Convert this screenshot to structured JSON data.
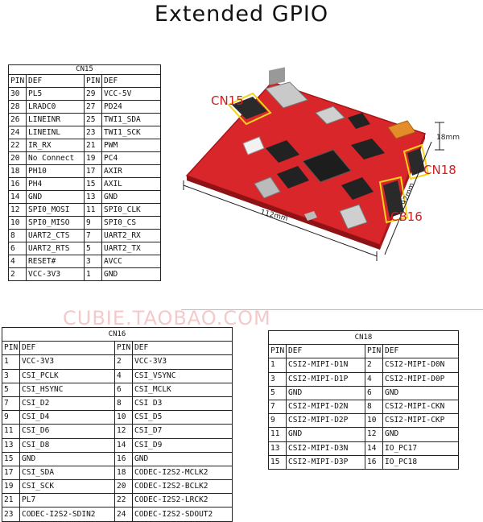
{
  "title": "Extended GPIO",
  "watermark": "CUBIE.TAOBAO.COM",
  "board": {
    "label_cn15": "CN15",
    "label_cn18": "CN18",
    "label_cb16": "CB16",
    "dim_length": "112mm",
    "dim_width": "92mm",
    "dim_height": "18mm",
    "board_color": "#d8262a",
    "highlight_color": "#f2d21b"
  },
  "cn15": {
    "caption": "CN15",
    "headers": [
      "PIN",
      "DEF",
      "PIN",
      "DEF"
    ],
    "rows": [
      [
        "30",
        "PL5",
        "29",
        "VCC-5V"
      ],
      [
        "28",
        "LRADC0",
        "27",
        "PD24"
      ],
      [
        "26",
        "LINEINR",
        "25",
        "TWI1_SDA"
      ],
      [
        "24",
        "LINEINL",
        "23",
        "TWI1_SCK"
      ],
      [
        "22",
        "IR_RX",
        "21",
        "PWM"
      ],
      [
        "20",
        "No Connect",
        "19",
        "PC4"
      ],
      [
        "18",
        "PH10",
        "17",
        "AXIR"
      ],
      [
        "16",
        "PH4",
        "15",
        "AXIL"
      ],
      [
        "14",
        "GND",
        "13",
        "GND"
      ],
      [
        "12",
        "SPI0_MOSI",
        "11",
        "SPI0_CLK"
      ],
      [
        "10",
        "SPI0_MISO",
        "9",
        "SPI0_CS"
      ],
      [
        "8",
        "UART2_CTS",
        "7",
        "UART2_RX"
      ],
      [
        "6",
        "UART2_RTS",
        "5",
        "UART2_TX"
      ],
      [
        "4",
        "RESET#",
        "3",
        "AVCC"
      ],
      [
        "2",
        "VCC-3V3",
        "1",
        "GND"
      ]
    ]
  },
  "cn16": {
    "caption": "CN16",
    "headers": [
      "PIN",
      "DEF",
      "PIN",
      "DEF"
    ],
    "rows": [
      [
        "1",
        "VCC-3V3",
        "2",
        "VCC-3V3"
      ],
      [
        "3",
        "CSI_PCLK",
        "4",
        "CSI_VSYNC"
      ],
      [
        "5",
        "CSI_HSYNC",
        "6",
        "CSI_MCLK"
      ],
      [
        "7",
        "CSI_D2",
        "8",
        "CSI D3"
      ],
      [
        "9",
        "CSI_D4",
        "10",
        "CSI_D5"
      ],
      [
        "11",
        "CSI_D6",
        "12",
        "CSI_D7"
      ],
      [
        "13",
        "CSI_D8",
        "14",
        "CSI_D9"
      ],
      [
        "15",
        "GND",
        "16",
        "GND"
      ],
      [
        "17",
        "CSI_SDA",
        "18",
        "CODEC-I2S2-MCLK2"
      ],
      [
        "19",
        "CSI_SCK",
        "20",
        "CODEC-I2S2-BCLK2"
      ],
      [
        "21",
        "PL7",
        "22",
        "CODEC-I2S2-LRCK2"
      ],
      [
        "23",
        "CODEC-I2S2-SDIN2",
        "24",
        "CODEC-I2S2-SDOUT2"
      ]
    ]
  },
  "cn18": {
    "caption": "CN18",
    "headers": [
      "PIN",
      "DEF",
      "PIN",
      "DEF"
    ],
    "rows": [
      [
        "1",
        "CSI2-MIPI-D1N",
        "2",
        "CSI2-MIPI-D0N"
      ],
      [
        "3",
        "CSI2-MIPI-D1P",
        "4",
        "CSI2-MIPI-D0P"
      ],
      [
        "5",
        "GND",
        "6",
        "GND"
      ],
      [
        "7",
        "CSI2-MIPI-D2N",
        "8",
        "CSI2-MIPI-CKN"
      ],
      [
        "9",
        "CSI2-MIPI-D2P",
        "10",
        "CSI2-MIPI-CKP"
      ],
      [
        "11",
        "GND",
        "12",
        "GND"
      ],
      [
        "13",
        "CSI2-MIPI-D3N",
        "14",
        "IO_PC17"
      ],
      [
        "15",
        "CSI2-MIPI-D3P",
        "16",
        "IO_PC18"
      ]
    ]
  }
}
